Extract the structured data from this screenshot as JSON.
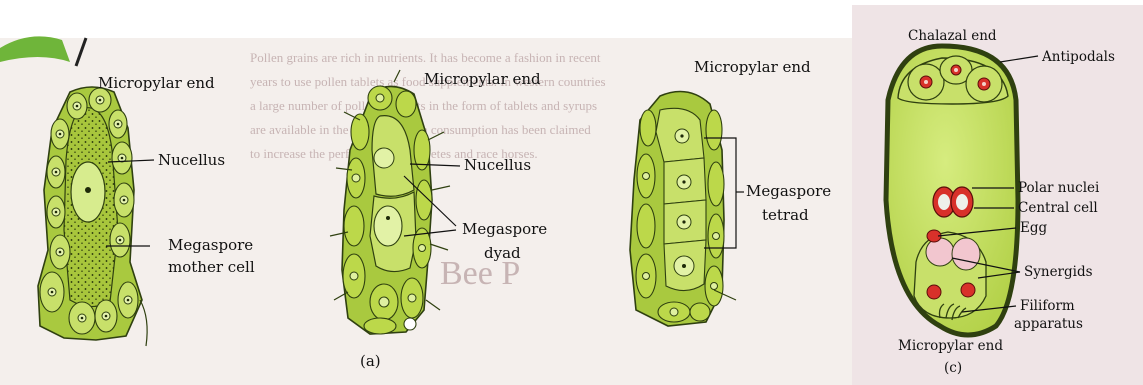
{
  "colors": {
    "page_bg": "#f4efec",
    "panel_c_bg": "#efe4e6",
    "cell_fill": "#bcd84a",
    "cell_dark": "#9fc13a",
    "cell_light": "#dff0a0",
    "outline": "#2f4010",
    "nucleus_red": "#d8312a",
    "vacuole_pink": "#f2c6cf"
  },
  "panel_a": {
    "caption": "(a)",
    "stage1": {
      "top_label": "Micropylar end",
      "nucellus_label": "Nucellus",
      "mmc_label_line1": "Megaspore",
      "mmc_label_line2": "mother cell"
    },
    "stage2": {
      "top_label": "Micropylar end",
      "nucellus_label": "Nucellus",
      "dyad_label_line1": "Megaspore",
      "dyad_label_line2": "dyad"
    },
    "stage3": {
      "top_label": "Micropylar end",
      "tetrad_label_line1": "Megaspore",
      "tetrad_label_line2": "tetrad"
    }
  },
  "panel_c": {
    "caption": "(c)",
    "top_label": "Chalazal end",
    "antipodals_label": "Antipodals",
    "polar_nuclei_label": "Polar nuclei",
    "central_cell_label": "Central cell",
    "egg_label": "Egg",
    "synergids_label": "Synergids",
    "filiform_label_line1": "Filiform",
    "filiform_label_line2": "apparatus",
    "bottom_label": "Micropylar end"
  }
}
